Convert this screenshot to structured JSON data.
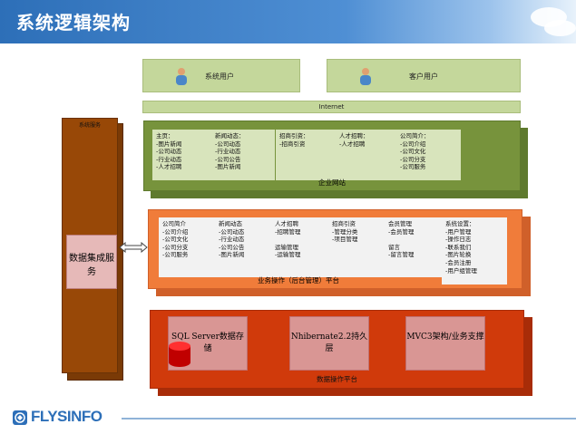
{
  "title": "系统逻辑架构",
  "users": {
    "system": "系统用户",
    "customer": "客户用户"
  },
  "internet": "Internet",
  "system_service": {
    "label": "系统服务",
    "inner": "数据集成服务"
  },
  "website": {
    "caption": "企业网站",
    "boxes": [
      "主页：\n-图片新闻\n-公司动态\n-行业动态\n-人才招聘",
      "新闻动态：\n-公司动态\n-行业动态\n-公司公告\n-图片新闻",
      "招商引资：\n-招商引资",
      "人才招聘：\n-人才招聘",
      "公司简介：\n-公司介绍\n-公司文化\n-公司分支\n-公司服务"
    ]
  },
  "business": {
    "caption": "业务操作（后台管理）平台",
    "boxes": [
      "公司简介\n-公司介绍\n-公司文化\n-公司分支\n-公司服务",
      "新闻动态\n-公司动态\n-行业动态\n-公司公告\n-图片新闻",
      "人才招聘\n-招聘管理\n\n运输管理\n-运输管理",
      "招商引资\n-管理分类\n-项目管理",
      "会员管理\n-会员管理\n\n留言\n-留言管理",
      "系统设置：\n-用户管理\n-操作日志\n-联系我们\n-图片轮换\n-会员注册\n-用户组管理"
    ]
  },
  "data_platform": {
    "caption": "数据操作平台",
    "boxes": [
      "SQL Server数据存储",
      "Nhibernate2.2持久层",
      "MVC3架构/业务支撑"
    ]
  },
  "logo": "FLYSINFO",
  "colors": {
    "green": "#77933c",
    "orange": "#f07c3a",
    "red": "#d03a0b",
    "brown": "#984807"
  }
}
